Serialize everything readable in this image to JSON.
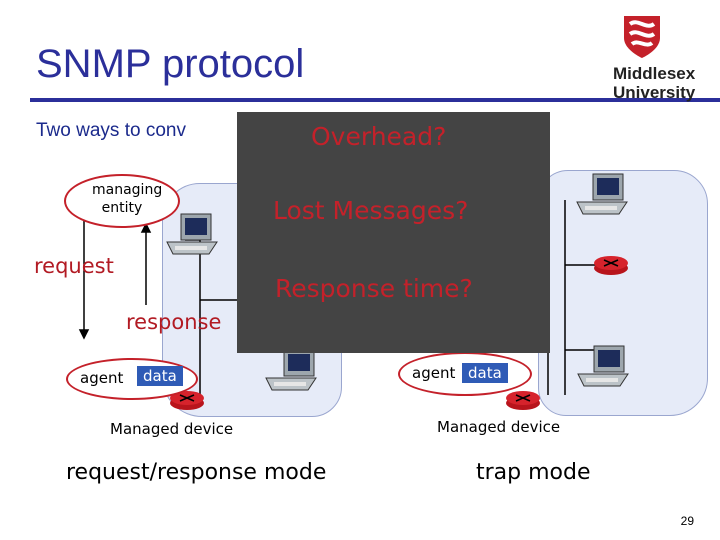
{
  "slide": {
    "title": "SNMP protocol",
    "subtitle": "Two ways to conv",
    "page_number": "29"
  },
  "logo": {
    "line1": "Middlesex",
    "line2": "University"
  },
  "left_diagram": {
    "managing_entity_label": "managing entity",
    "request_label": "request",
    "response_label": "response",
    "agent_label": "agent",
    "data_label": "data",
    "device_label": "Managed device",
    "mode_caption": "request/response mode"
  },
  "right_diagram": {
    "agent_label": "agent",
    "data_label": "data",
    "device_label": "Managed device",
    "mode_caption": "trap mode"
  },
  "overlay": {
    "background": "#444444",
    "text_color": "#c4212a",
    "questions": [
      "Overhead?",
      "Lost Messages?",
      "Response time?"
    ]
  },
  "colors": {
    "title": "#2b2f9a",
    "accent_red": "#c4212a",
    "data_chip": "#2f5bb6",
    "network_cloud": "#e6ebf8"
  }
}
